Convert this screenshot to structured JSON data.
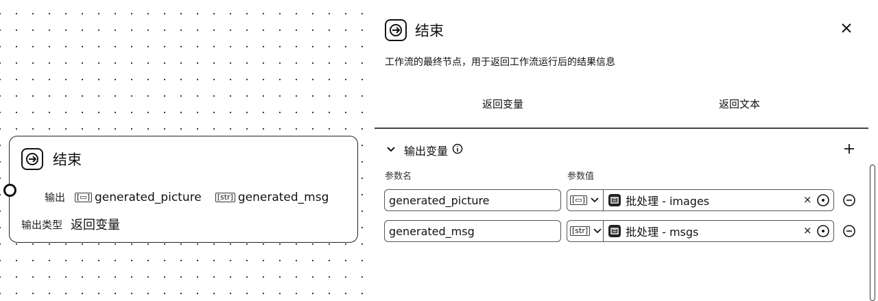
{
  "canvas": {
    "node": {
      "title": "结束",
      "output_label": "输出",
      "outputs": [
        {
          "tag": "[▭]",
          "name": "generated_picture"
        },
        {
          "tag": "[str]",
          "name": "generated_msg"
        }
      ],
      "output_type_label": "输出类型",
      "output_type_value": "返回变量"
    }
  },
  "panel": {
    "title": "结束",
    "description": "工作流的最终节点，用于返回工作流运行后的结果信息",
    "tabs": [
      {
        "label": "返回变量",
        "active": true
      },
      {
        "label": "返回文本",
        "active": false
      }
    ],
    "section_title": "输出变量",
    "col_name": "参数名",
    "col_value": "参数值",
    "params": [
      {
        "name": "generated_picture",
        "type_tag": "[▭]",
        "ref": "批处理 - images"
      },
      {
        "name": "generated_msg",
        "type_tag": "[str]",
        "ref": "批处理 - msgs"
      }
    ]
  },
  "icons": [
    "end-node-icon",
    "close-icon",
    "chevron-down-icon",
    "info-icon",
    "plus-icon",
    "batch-node-icon",
    "target-icon",
    "minus-circle-icon"
  ]
}
